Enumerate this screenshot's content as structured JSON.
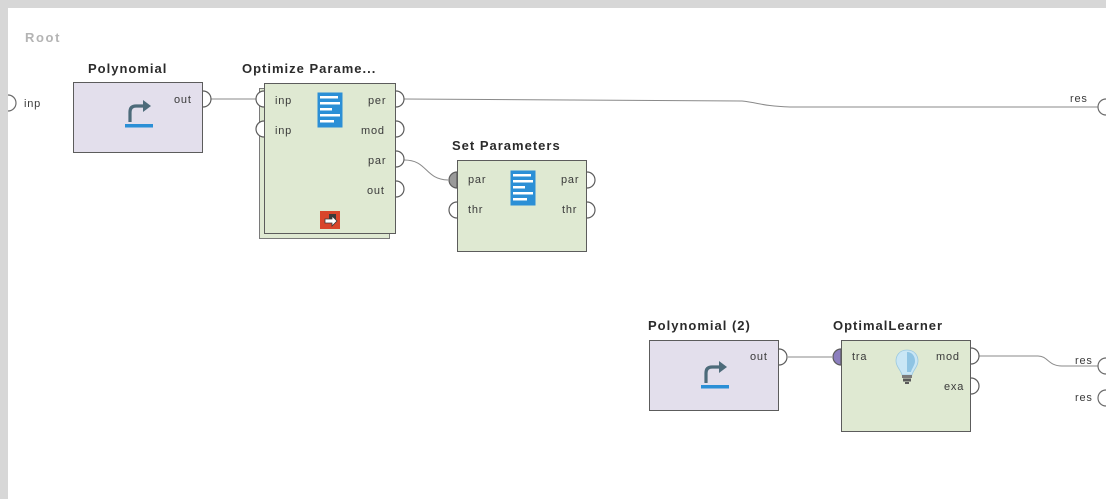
{
  "process": {
    "root_label": "Root",
    "left_ports": [
      {
        "label": "inp"
      }
    ],
    "right_ports": [
      {
        "label": "res"
      },
      {
        "label": "res"
      },
      {
        "label": "res"
      }
    ]
  },
  "operators": {
    "polynomial": {
      "title": "Polynomial",
      "color": "#e3dfec",
      "icon": "redo-arrow-icon",
      "out_ports": [
        "out"
      ]
    },
    "optimize": {
      "title": "Optimize Parame...",
      "color": "#dfe9d2",
      "icon": "document-list-icon",
      "sub_icon": "execute-subprocess-icon",
      "in_ports": [
        "inp",
        "inp"
      ],
      "out_ports": [
        "per",
        "mod",
        "par",
        "out"
      ]
    },
    "set_parameters": {
      "title": "Set Parameters",
      "color": "#dfe9d2",
      "icon": "document-list-icon",
      "in_ports": [
        "par",
        "thr"
      ],
      "out_ports": [
        "par",
        "thr"
      ]
    },
    "polynomial2": {
      "title": "Polynomial (2)",
      "color": "#e3dfec",
      "icon": "redo-arrow-icon",
      "out_ports": [
        "out"
      ]
    },
    "optimal_learner": {
      "title": "OptimalLearner",
      "color": "#dfe9d2",
      "icon": "lightbulb-icon",
      "in_ports": [
        "tra"
      ],
      "out_ports": [
        "mod",
        "exa"
      ]
    }
  },
  "colors": {
    "canvas_bg": "#ffffff",
    "frame": "#d7d7d7",
    "connection": "#8a8a8a",
    "icon_blue": "#2b8fd6",
    "subprocess_red": "#d8452b",
    "port_example_purple": "#8c7fbf",
    "port_parameter_gray": "#9a9a9a"
  }
}
